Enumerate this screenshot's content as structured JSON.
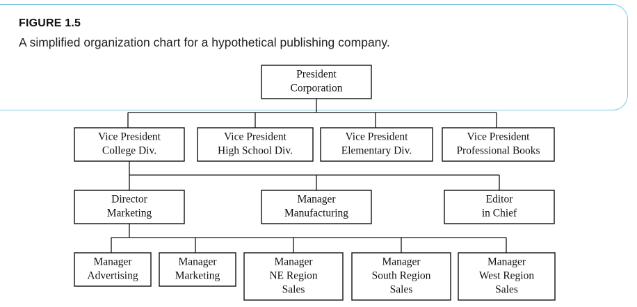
{
  "figure": {
    "label": "FIGURE 1.5",
    "caption": "A simplified organization chart for a hypothetical publishing company."
  },
  "nodes": [
    {
      "id": "president",
      "lines": [
        "President",
        "Corporation"
      ]
    },
    {
      "id": "vp-college",
      "lines": [
        "Vice President",
        "College Div."
      ]
    },
    {
      "id": "vp-highschool",
      "lines": [
        "Vice President",
        "High School Div."
      ]
    },
    {
      "id": "vp-elementary",
      "lines": [
        "Vice President",
        "Elementary Div."
      ]
    },
    {
      "id": "vp-professional",
      "lines": [
        "Vice President",
        "Professional Books"
      ]
    },
    {
      "id": "director-marketing",
      "lines": [
        "Director",
        "Marketing"
      ]
    },
    {
      "id": "manager-manufacturing",
      "lines": [
        "Manager",
        "Manufacturing"
      ]
    },
    {
      "id": "editor-in-chief",
      "lines": [
        "Editor",
        "in Chief"
      ]
    },
    {
      "id": "manager-advertising",
      "lines": [
        "Manager",
        "Advertising"
      ]
    },
    {
      "id": "manager-marketing",
      "lines": [
        "Manager",
        "Marketing"
      ]
    },
    {
      "id": "manager-ne-sales",
      "lines": [
        "Manager",
        "NE Region",
        "Sales"
      ]
    },
    {
      "id": "manager-south-sales",
      "lines": [
        "Manager",
        "South Region",
        "Sales"
      ]
    },
    {
      "id": "manager-west-sales",
      "lines": [
        "Manager",
        "West Region",
        "Sales"
      ]
    }
  ],
  "edges": [
    [
      "president",
      "vp-college"
    ],
    [
      "president",
      "vp-highschool"
    ],
    [
      "president",
      "vp-elementary"
    ],
    [
      "president",
      "vp-professional"
    ],
    [
      "vp-college",
      "director-marketing"
    ],
    [
      "vp-college",
      "manager-manufacturing"
    ],
    [
      "vp-college",
      "editor-in-chief"
    ],
    [
      "director-marketing",
      "manager-advertising"
    ],
    [
      "director-marketing",
      "manager-marketing"
    ],
    [
      "director-marketing",
      "manager-ne-sales"
    ],
    [
      "director-marketing",
      "manager-south-sales"
    ],
    [
      "director-marketing",
      "manager-west-sales"
    ]
  ]
}
